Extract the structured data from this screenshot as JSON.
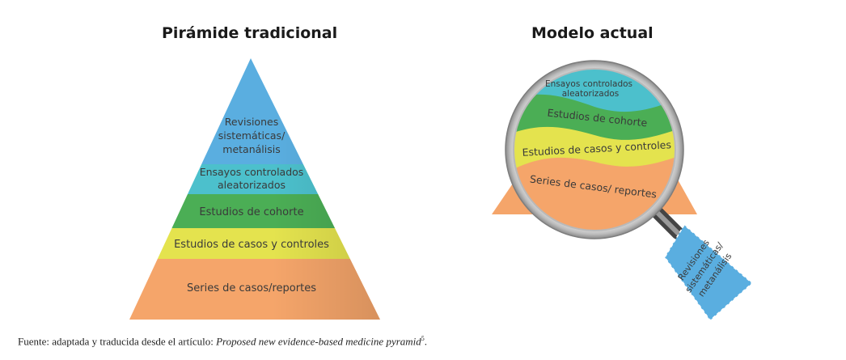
{
  "left_title": "Pirámide tradicional",
  "right_title": "Modelo actual",
  "pyramid_levels": {
    "top_line1": "Revisiones",
    "top_line2": "sistemáticas/",
    "top_line3": "metanálisis",
    "rct_line1": "Ensayos controlados",
    "rct_line2": "aleatorizados",
    "cohort": "Estudios de cohorte",
    "case_control": "Estudios de casos y controles",
    "case_series": "Series de casos/reportes"
  },
  "model_levels": {
    "rct_line1": "Ensayos controlados",
    "rct_line2": "aleatorizados",
    "cohort": "Estudios de cohorte",
    "case_control": "Estudios de casos y controles",
    "case_series": "Series de casos/ reportes",
    "reviews_line1": "Revisiones",
    "reviews_line2": "sistemáticas/",
    "reviews_line3": "metanálisis"
  },
  "caption": {
    "prefix": "Fuente: adaptada y traducida desde el artículo: ",
    "article": "Proposed new evidence-based medicine pyramid",
    "ref": "5",
    "suffix": "."
  },
  "colors": {
    "blue": "#5aaee0",
    "cyan": "#4cc0cc",
    "green": "#4bae55",
    "yellow": "#e4e34e",
    "orange": "#f5a56a",
    "lens_ring": "#cfcfcf",
    "handle": "#555555"
  }
}
